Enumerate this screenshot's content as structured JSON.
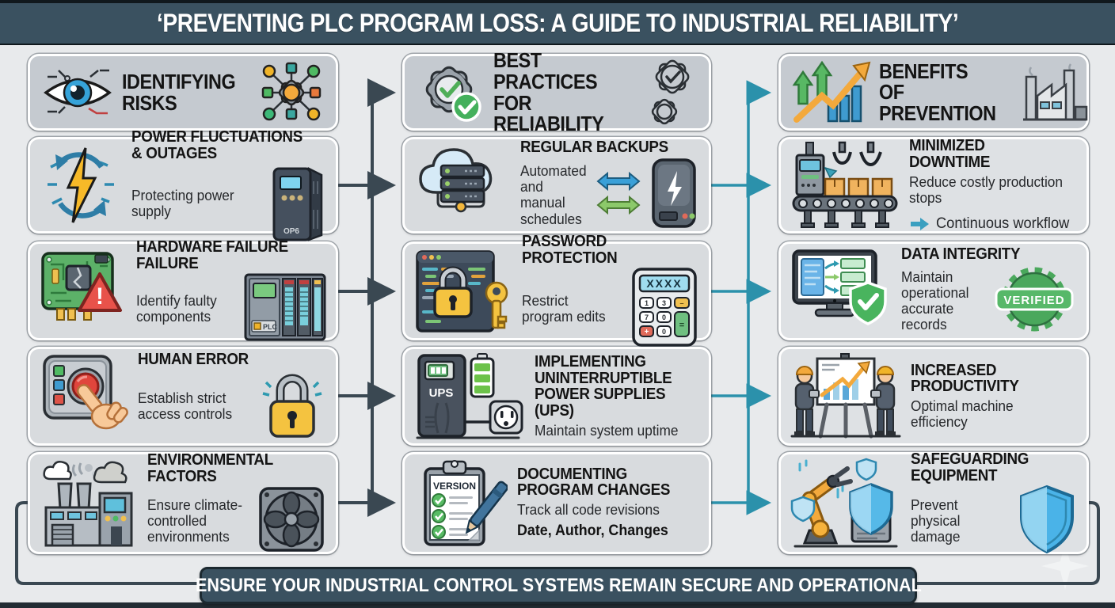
{
  "page": {
    "title": "‘PREVENTING PLC PROGRAM LOSS: A GUIDE TO INDUSTRIAL RELIABILITY’",
    "footer": "ENSURE YOUR INDUSTRIAL CONTROL SYSTEMS REMAIN SECURE AND OPERATIONAL"
  },
  "colors": {
    "banner_bg": "#3a5160",
    "page_bg": "#e8eaec",
    "header_card_bg": "#c5cad0",
    "card_bg": "#d8dbde",
    "dark_connector": "#3a4852",
    "teal_connector": "#2b91ab",
    "accent_yellow": "#f4c340",
    "accent_green": "#4aa85c",
    "accent_blue": "#4ab3e8",
    "accent_orange": "#f3a93c",
    "warning_red": "#e8524a"
  },
  "columns": [
    {
      "header": "IDENTIFYING RISKS",
      "cards": [
        {
          "title": "POWER FLUCTUATIONS & OUTAGES",
          "subtitle": "Protecting power supply"
        },
        {
          "title": "HARDWARE FAILURE FAILURE",
          "subtitle": "Identify faulty components"
        },
        {
          "title": "HUMAN ERROR",
          "subtitle": "Establish strict access controls"
        },
        {
          "title": "ENVIRONMENTAL FACTORS",
          "subtitle": "Ensure climate-controlled environments"
        }
      ]
    },
    {
      "header": "BEST PRACTICES FOR RELIABILITY",
      "cards": [
        {
          "title": "REGULAR BACKUPS",
          "subtitle": "Automated and manual schedules"
        },
        {
          "title": "PASSWORD PROTECTION",
          "subtitle": "Restrict program edits"
        },
        {
          "title": "IMPLEMENTING UNINTERRUPTIBLE POWER SUPPLIES (UPS)",
          "subtitle": "Maintain system uptime"
        },
        {
          "title": "DOCUMENTING PROGRAM CHANGES",
          "subtitle": "Track all code revisions",
          "note": "Date, Author, Changes"
        }
      ]
    },
    {
      "header": "BENEFITS OF PREVENTION",
      "cards": [
        {
          "title": "MINIMIZED DOWNTIME",
          "subtitle": "Reduce costly production stops",
          "note": "Continuous workflow"
        },
        {
          "title": "DATA INTEGRITY",
          "subtitle": "Maintain operational accurate records",
          "badge": "VERIFIED"
        },
        {
          "title": "INCREASED PRODUCTIVITY",
          "subtitle": "Optimal machine efficiency"
        },
        {
          "title": "SAFEGUARDING EQUIPMENT",
          "subtitle": "Prevent physical damage"
        }
      ]
    }
  ],
  "icon_labels": {
    "ups_device": "OP6",
    "plc": "PLC",
    "ups": "UPS",
    "version": "VERSION",
    "display_masked": "XXXX",
    "keypad_keys": [
      "1",
      "3",
      "–",
      "7",
      "0",
      "=",
      "+",
      "0"
    ]
  }
}
